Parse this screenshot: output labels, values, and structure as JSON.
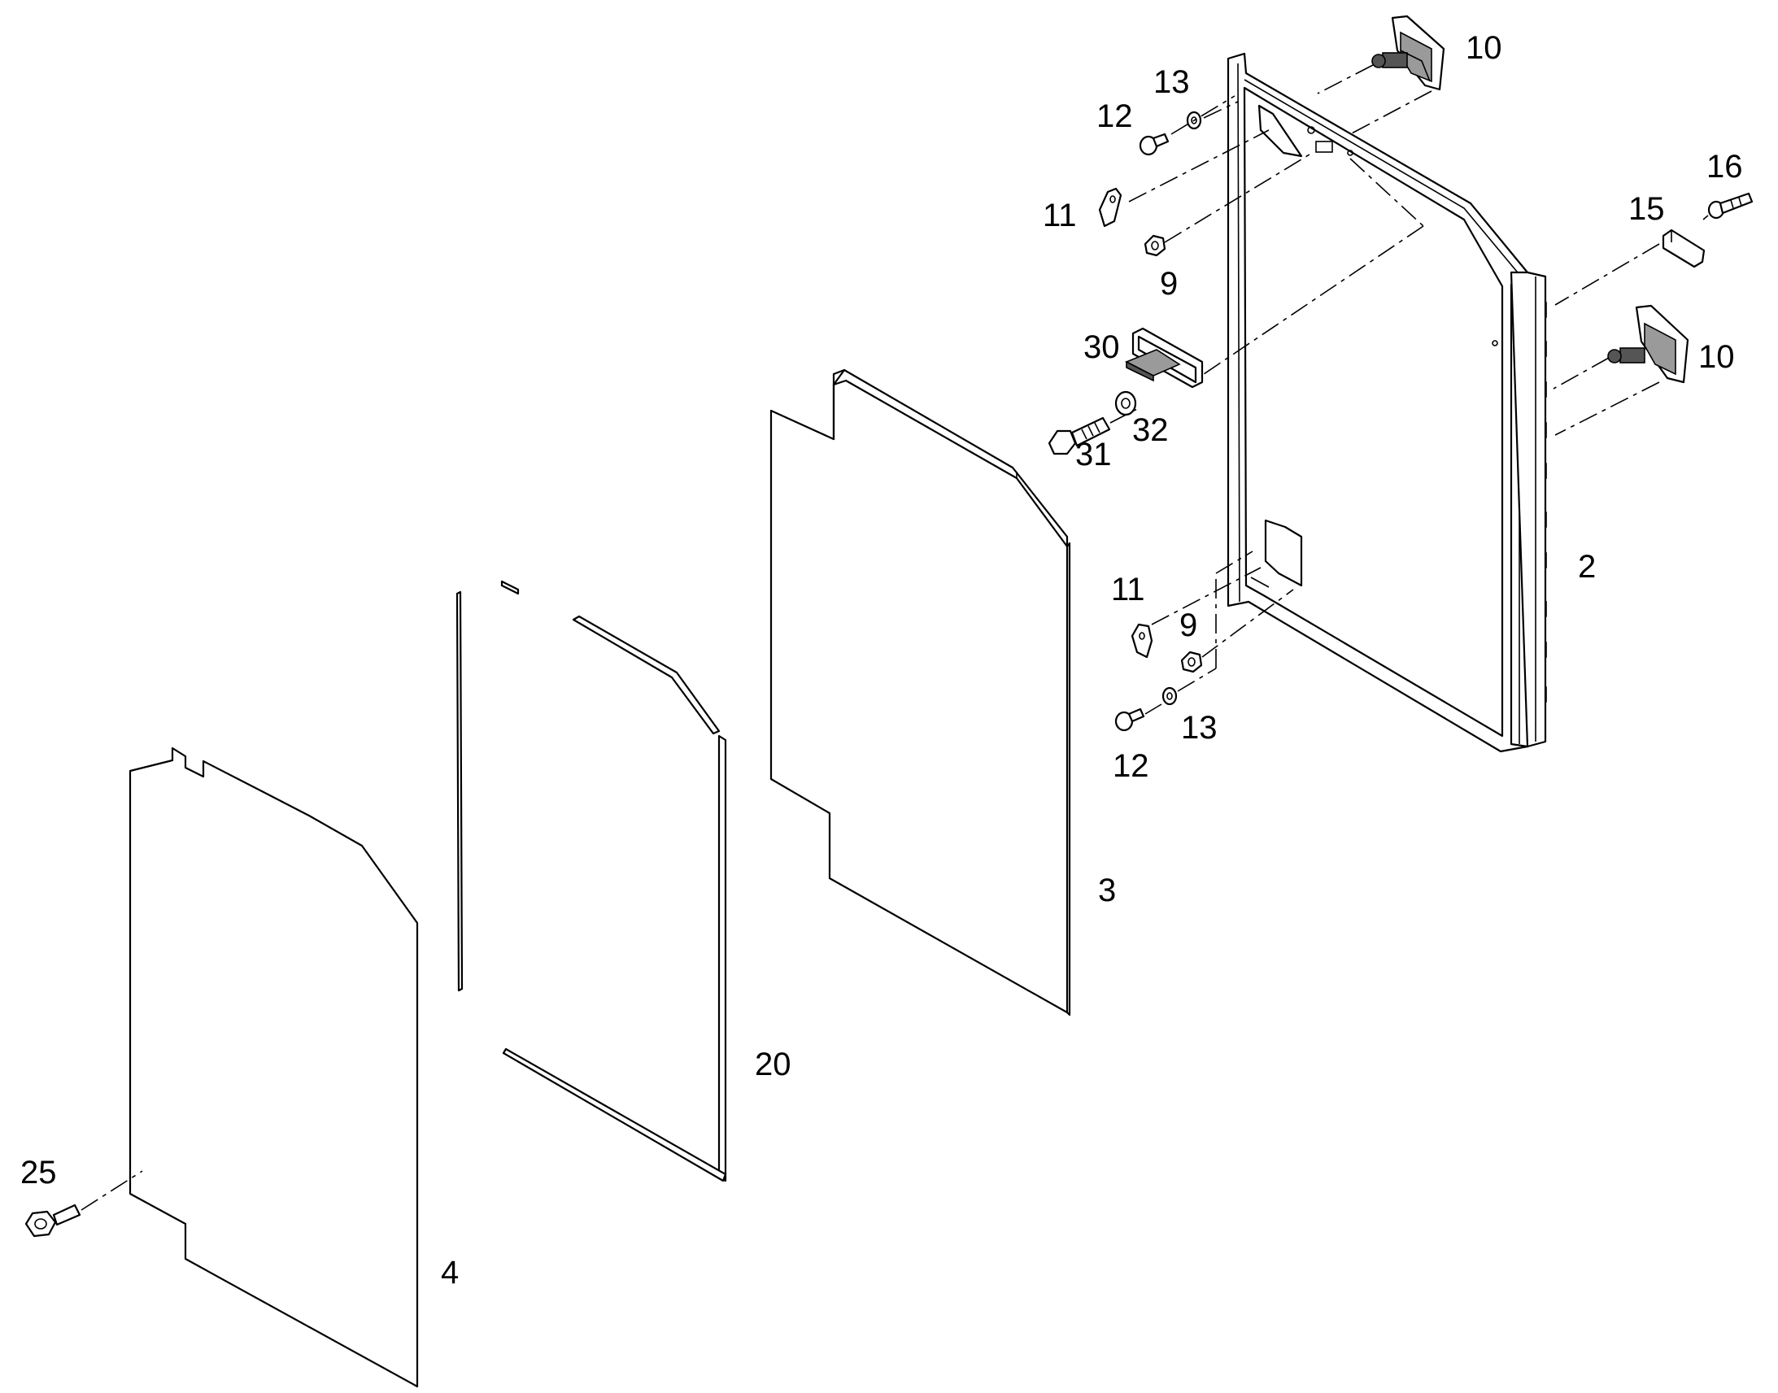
{
  "callouts": {
    "c2": "2",
    "c3": "3",
    "c4": "4",
    "c9a": "9",
    "c9b": "9",
    "c10a": "10",
    "c10b": "10",
    "c11a": "11",
    "c11b": "11",
    "c12a": "12",
    "c12b": "12",
    "c13a": "13",
    "c13b": "13",
    "c15": "15",
    "c16": "16",
    "c20": "20",
    "c25": "25",
    "c30": "30",
    "c31": "31",
    "c32": "32"
  }
}
